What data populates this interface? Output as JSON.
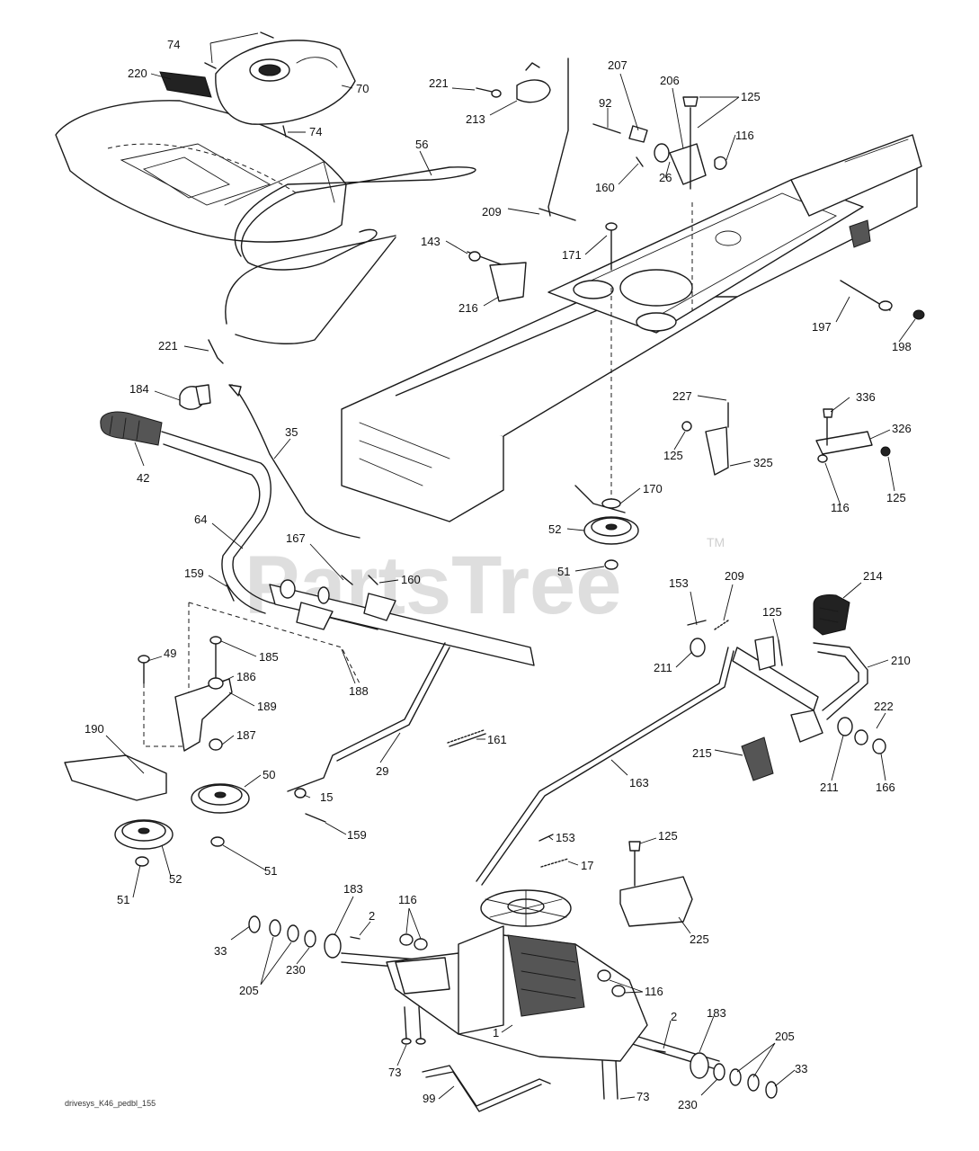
{
  "watermark": {
    "text": "PartsTree",
    "trademark": "TM"
  },
  "drawing_code": "drivesys_K46_pedbl_155",
  "callouts": {
    "p74a": "74",
    "p74b": "74",
    "p220": "220",
    "p70": "70",
    "p56": "56",
    "p221a": "221",
    "p213": "213",
    "p207": "207",
    "p206": "206",
    "p125a": "125",
    "p92": "92",
    "p116a": "116",
    "p160a": "160",
    "p26": "26",
    "p209a": "209",
    "p143": "143",
    "p171": "171",
    "p216": "216",
    "p197": "197",
    "p198": "198",
    "p221b": "221",
    "p184": "184",
    "p42": "42",
    "p35": "35",
    "p227": "227",
    "p336": "336",
    "p326": "326",
    "p125b": "125",
    "p325": "325",
    "p116b": "116",
    "p125c": "125",
    "p170": "170",
    "p52a": "52",
    "p51a": "51",
    "p64": "64",
    "p167": "167",
    "p160b": "160",
    "p159a": "159",
    "p185": "185",
    "p49": "49",
    "p186": "186",
    "p189": "189",
    "p188": "188",
    "p187": "187",
    "p190": "190",
    "p50": "50",
    "p161": "161",
    "p29": "29",
    "p15": "15",
    "p159b": "159",
    "p51b": "51",
    "p52b": "52",
    "p51c": "51",
    "p153a": "153",
    "p209b": "209",
    "p125d": "125",
    "p214": "214",
    "p211a": "211",
    "p210": "210",
    "p222": "222",
    "p215": "215",
    "p211b": "211",
    "p166": "166",
    "p163": "163",
    "p153b": "153",
    "p17": "17",
    "p125e": "125",
    "p225": "225",
    "p183a": "183",
    "p2a": "2",
    "p116c": "116",
    "p33a": "33",
    "p205a": "205",
    "p230a": "230",
    "p116d": "116",
    "p2b": "2",
    "p183b": "183",
    "p205b": "205",
    "p33b": "33",
    "p73a": "73",
    "p1": "1",
    "p230b": "230",
    "p73b": "73",
    "p99": "99"
  }
}
